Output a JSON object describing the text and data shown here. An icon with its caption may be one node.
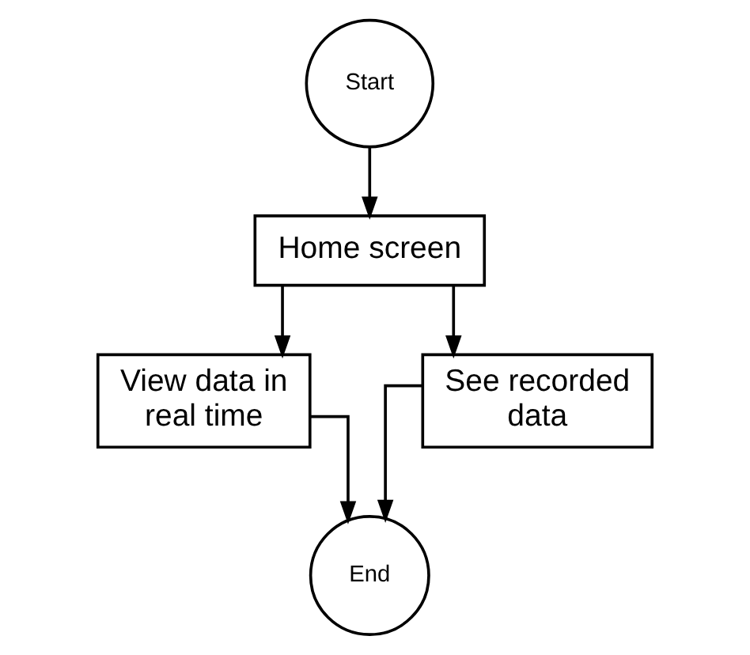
{
  "diagram": {
    "nodes": [
      {
        "text": [
          "Start"
        ]
      },
      {
        "text": [
          "Home screen"
        ]
      },
      {
        "text": [
          "View data in real time"
        ]
      },
      {
        "text": [
          "See recorded data"
        ]
      },
      {
        "text": [
          "End"
        ]
      }
    ],
    "edges": [
      {
        "from": 0,
        "to": 1,
        "arrow": "to"
      },
      {
        "from": 1,
        "to": 2,
        "arrow": "to"
      },
      {
        "from": 1,
        "to": 3,
        "arrow": "to"
      },
      {
        "from": 2,
        "to": 4,
        "arrow": "to"
      },
      {
        "from": 3,
        "to": 4,
        "arrow": "to"
      }
    ]
  }
}
